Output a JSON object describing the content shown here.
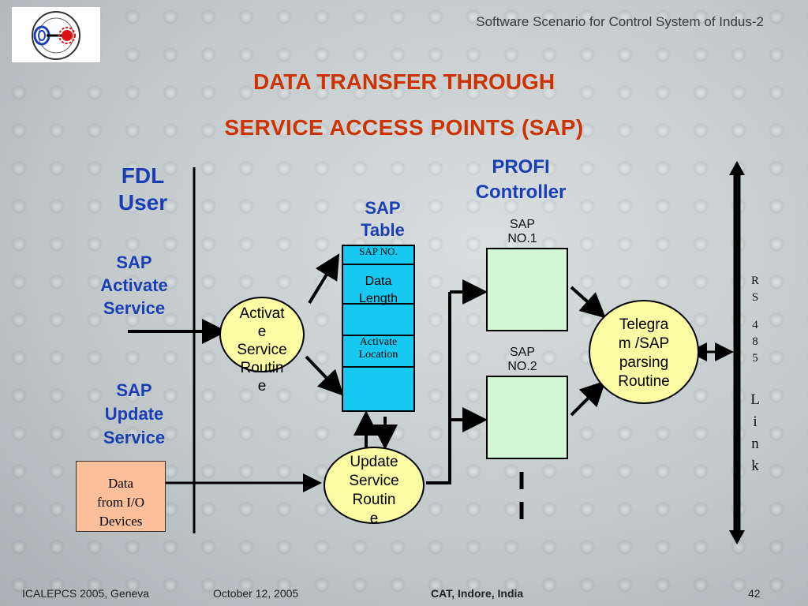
{
  "header": {
    "title": "Software Scenario for Control System of Indus-2"
  },
  "slide": {
    "title_line1": "DATA TRANSFER THROUGH",
    "title_line2": "SERVICE ACCESS POINTS (SAP)"
  },
  "labels": {
    "fdl_user": [
      "FDL",
      "User"
    ],
    "profi_controller": [
      "PROFI",
      "Controller"
    ],
    "sap_table": [
      "SAP",
      "Table"
    ],
    "sap_activate_service": [
      "SAP",
      "Activate",
      "Service"
    ],
    "sap_update_service": [
      "SAP",
      "Update",
      "Service"
    ]
  },
  "sap_table_rows": [
    "SAP NO.",
    "Data Length",
    "Activate",
    "Location"
  ],
  "nodes": {
    "activate_routine": [
      "Activat",
      "e",
      "Service",
      "Routin",
      "e"
    ],
    "update_routine": [
      "Update",
      "Service",
      "Routin",
      "e"
    ],
    "telegram_routine": [
      "Telegra",
      "m /SAP",
      "parsing",
      "Routine"
    ],
    "io_devices": [
      "Data",
      "from I/O",
      "Devices"
    ]
  },
  "sap_blocks": {
    "no1": [
      "SAP",
      "NO.1"
    ],
    "no2": [
      "SAP",
      "NO.2"
    ]
  },
  "rs485_link": [
    "R",
    "S",
    "",
    "4",
    "8",
    "5",
    "",
    "L",
    "i",
    "n",
    "k"
  ],
  "footer": {
    "conference": "ICALEPCS 2005, Geneva",
    "date": "October 12, 2005",
    "org": "CAT, Indore, India",
    "page": "42"
  },
  "colors": {
    "title": "#cc3300",
    "heading_blue": "#1a3fb5",
    "sap_table_fill": "#17c8f0",
    "sap_block_fill": "#d3f7d3",
    "routine_fill": "#fbfba4",
    "io_fill": "#fbc09a"
  }
}
